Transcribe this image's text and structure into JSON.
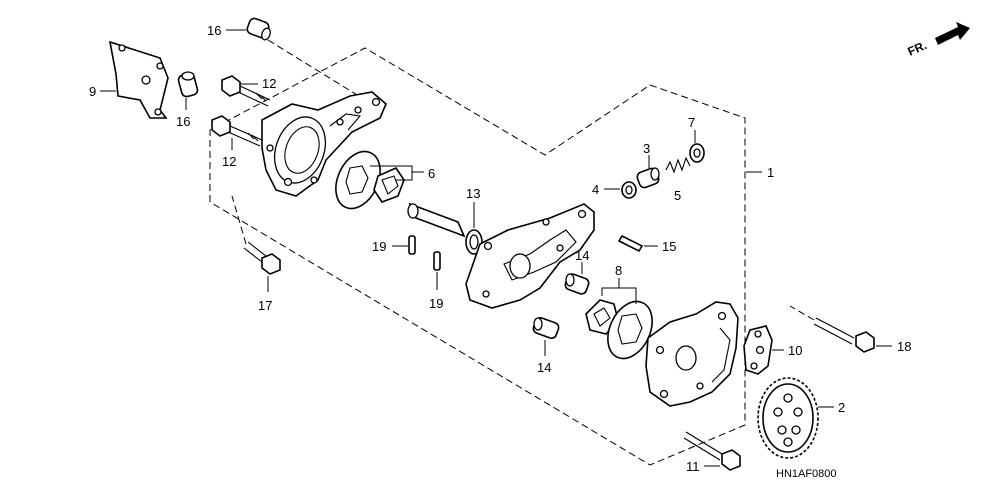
{
  "diagram": {
    "direction_label": "FR.",
    "drawing_code": "HN1AF0800",
    "callouts": {
      "c1": "1",
      "c2": "2",
      "c3": "3",
      "c4": "4",
      "c5": "5",
      "c6": "6",
      "c7": "7",
      "c8": "8",
      "c9": "9",
      "c10": "10",
      "c11": "11",
      "c12a": "12",
      "c12b": "12",
      "c13": "13",
      "c14a": "14",
      "c14b": "14",
      "c15": "15",
      "c16a": "16",
      "c16b": "16",
      "c17": "17",
      "c18": "18",
      "c19a": "19",
      "c19b": "19"
    }
  }
}
